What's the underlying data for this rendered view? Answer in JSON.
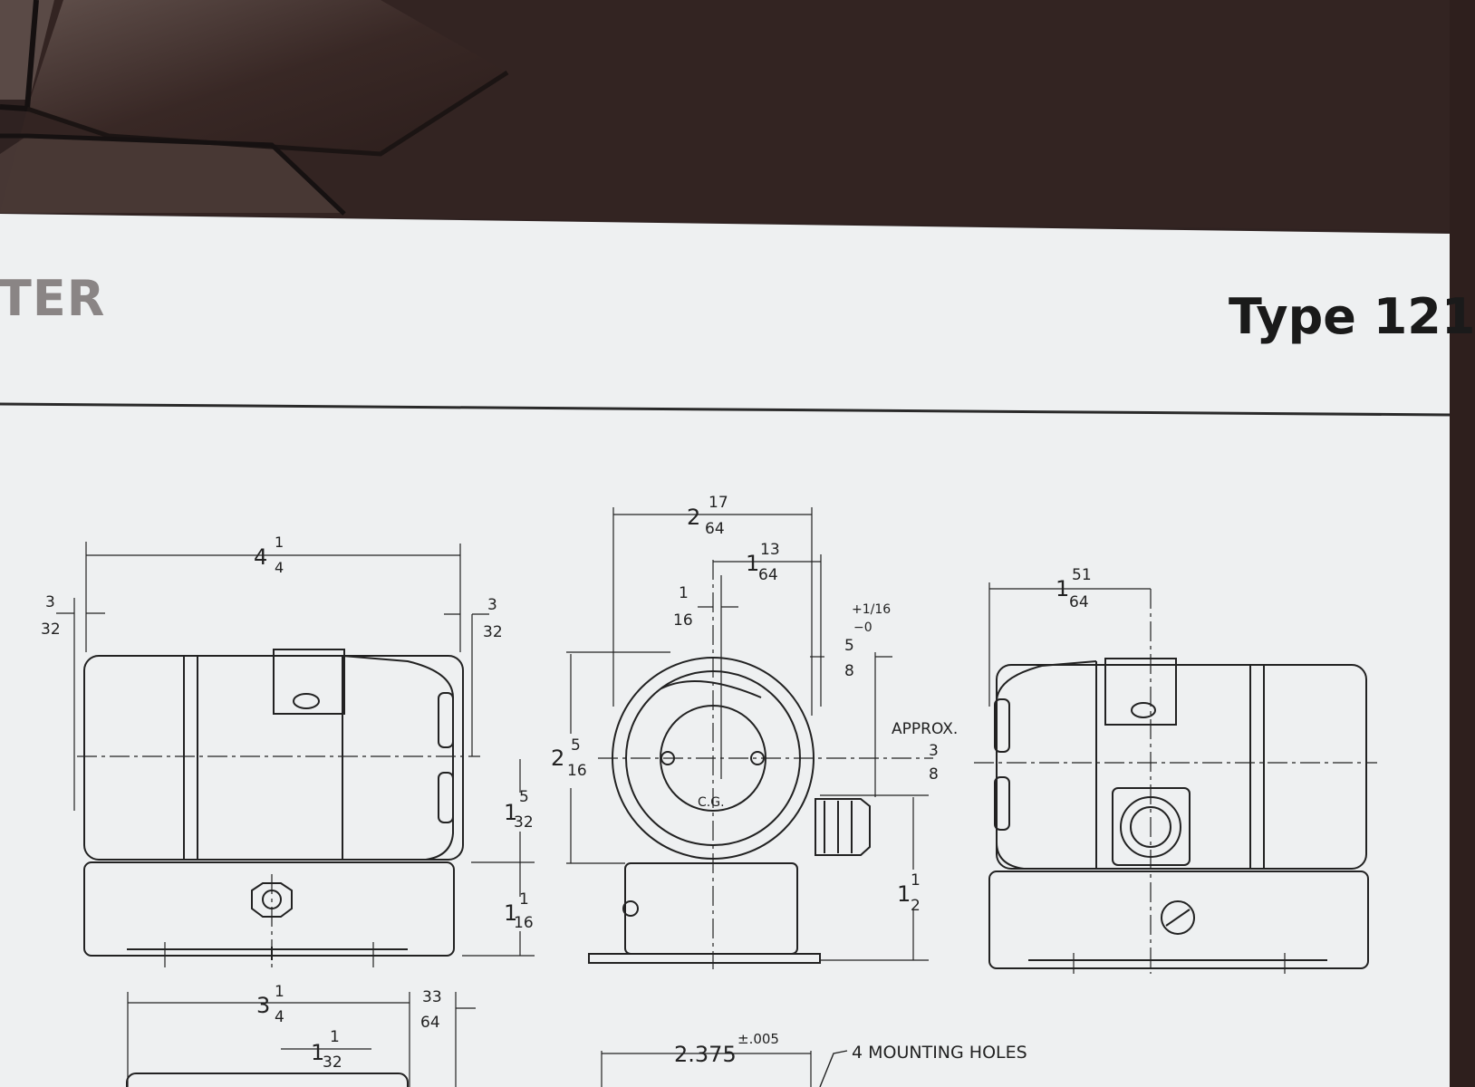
{
  "header": {
    "left_fragment": "TER",
    "right_title": "Type 121"
  },
  "dimensions": {
    "side_overall": {
      "whole": "4",
      "num": "1",
      "den": "4"
    },
    "side_left_offset": {
      "num": "3",
      "den": "32"
    },
    "side_right_offset": {
      "num": "3",
      "den": "32"
    },
    "side_center_height": {
      "whole": "1",
      "num": "5",
      "den": "32"
    },
    "side_base_height": {
      "whole": "1",
      "num": "1",
      "den": "16"
    },
    "front_width": {
      "whole": "2",
      "num": "17",
      "den": "64"
    },
    "front_half_width": {
      "whole": "1",
      "num": "13",
      "den": "64"
    },
    "front_cg_offset": {
      "num": "1",
      "den": "16"
    },
    "front_connector": {
      "num": "5",
      "den": "8",
      "tol_plus": "+1/16",
      "tol_minus": "−0"
    },
    "front_height": {
      "whole": "2",
      "num": "5",
      "den": "16"
    },
    "approx_label": "APPROX.",
    "approx": {
      "num": "3",
      "den": "8"
    },
    "front_base_height": {
      "whole": "1",
      "num": "1",
      "den": "2"
    },
    "cg_label": "C.G.",
    "rear_offset": {
      "whole": "1",
      "num": "51",
      "den": "64"
    },
    "bottom_overall": {
      "whole": "3",
      "num": "1",
      "den": "4"
    },
    "bottom_right": {
      "num": "33",
      "den": "64"
    },
    "bottom_inner": {
      "whole": "1",
      "num": "1",
      "den": "32"
    },
    "hole_spacing": "2.375",
    "hole_tol": "±.005",
    "mounting_holes": "4 MOUNTING HOLES"
  }
}
